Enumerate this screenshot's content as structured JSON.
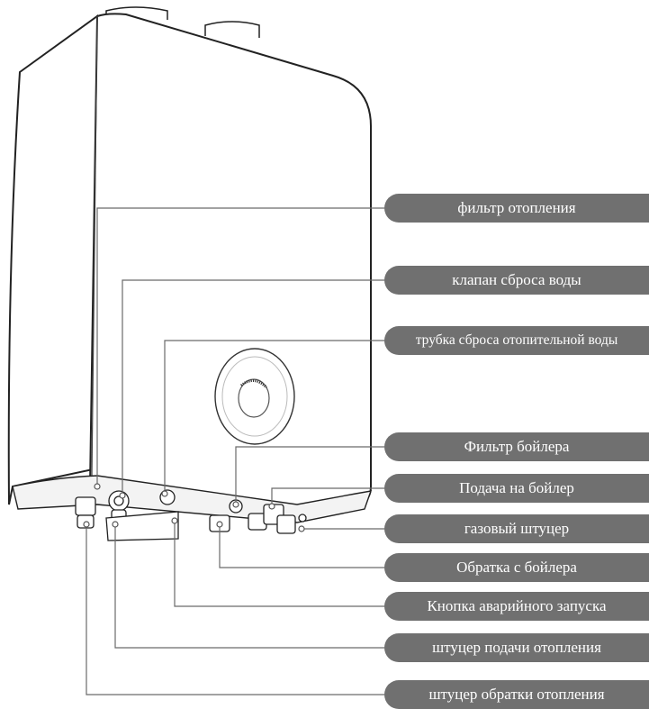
{
  "labels": [
    {
      "id": "filtr-otopleniya",
      "text": "фильтр отопления"
    },
    {
      "id": "klapan-sbrosa",
      "text": "клапан сброса воды"
    },
    {
      "id": "trubka-sbrosa",
      "text": "трубка сброса отопительной воды"
    },
    {
      "id": "filtr-boylera",
      "text": "Фильтр бойлера"
    },
    {
      "id": "podacha-na-boyler",
      "text": "Подача на бойлер"
    },
    {
      "id": "gazovyy-shtutser",
      "text": "газовый штуцер"
    },
    {
      "id": "obratka-s-boylera",
      "text": "Обратка с бойлера"
    },
    {
      "id": "knopka-avariynogo",
      "text": "Кнопка аварийного запуска"
    },
    {
      "id": "shtutser-podachi",
      "text": "штуцер подачи отопления"
    },
    {
      "id": "shtutser-obratki",
      "text": "штуцер обратки отопления"
    }
  ],
  "colors": {
    "label_bg": "#707070",
    "label_text": "#ffffff",
    "line": "#6a6a6a",
    "outline": "#222222"
  }
}
